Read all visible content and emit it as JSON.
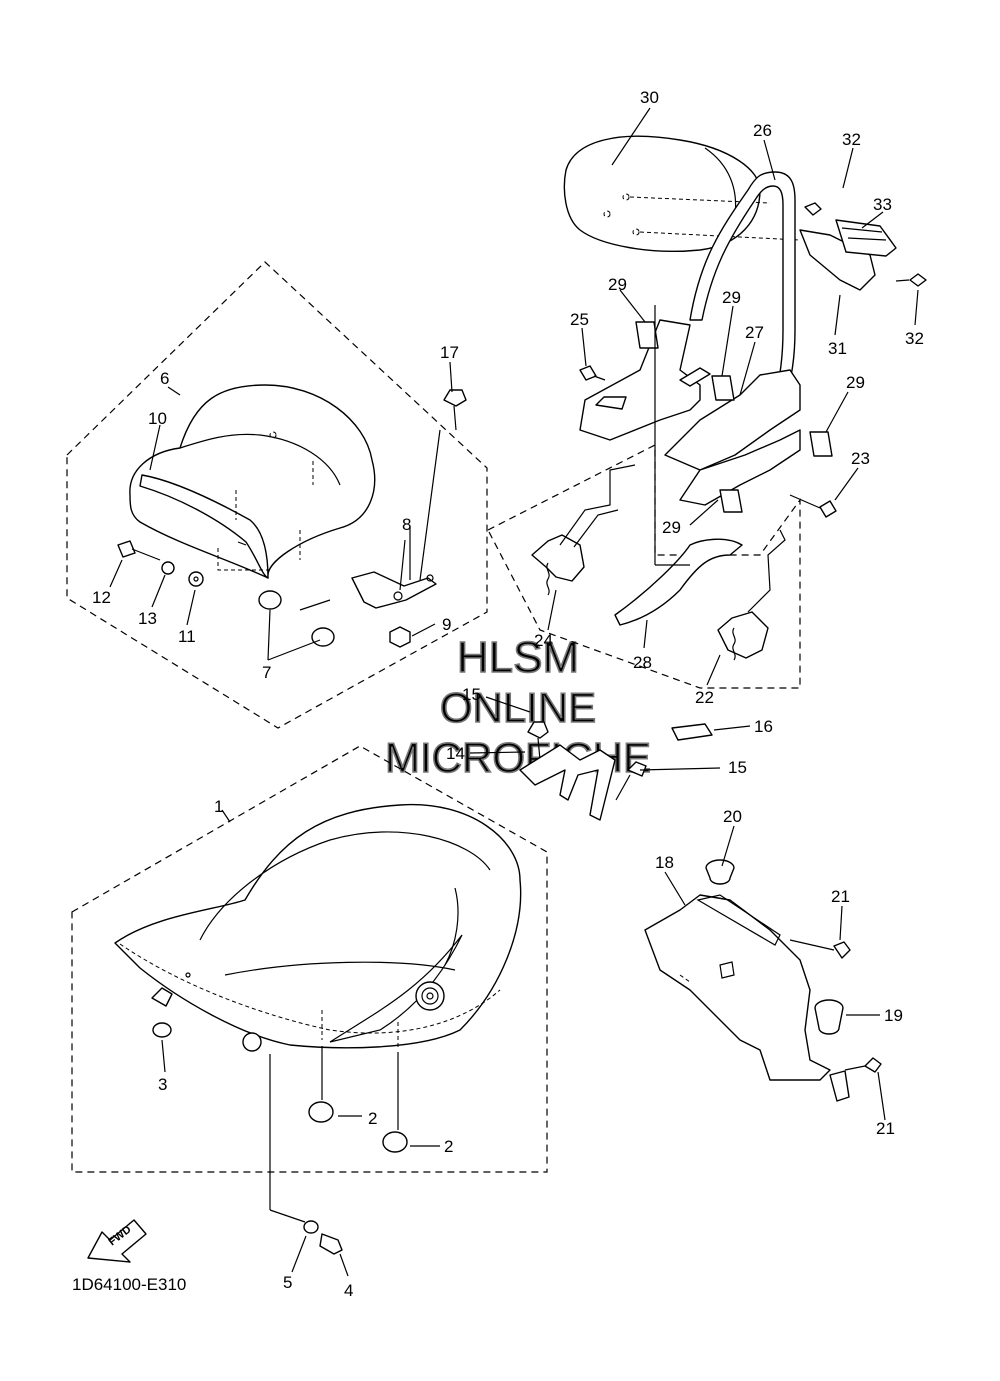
{
  "diagram": {
    "code": "1D64100-E310",
    "fwd_arrow_text": "FWD",
    "watermark": [
      "HLSM",
      "ONLINE",
      "MICROFICHE"
    ],
    "callouts": [
      "1",
      "2",
      "2",
      "3",
      "4",
      "5",
      "6",
      "7",
      "8",
      "9",
      "10",
      "11",
      "12",
      "13",
      "14",
      "15",
      "15",
      "16",
      "17",
      "18",
      "19",
      "20",
      "21",
      "21",
      "22",
      "23",
      "24",
      "25",
      "26",
      "27",
      "28",
      "29",
      "29",
      "29",
      "29",
      "30",
      "31",
      "32",
      "32",
      "33"
    ]
  }
}
